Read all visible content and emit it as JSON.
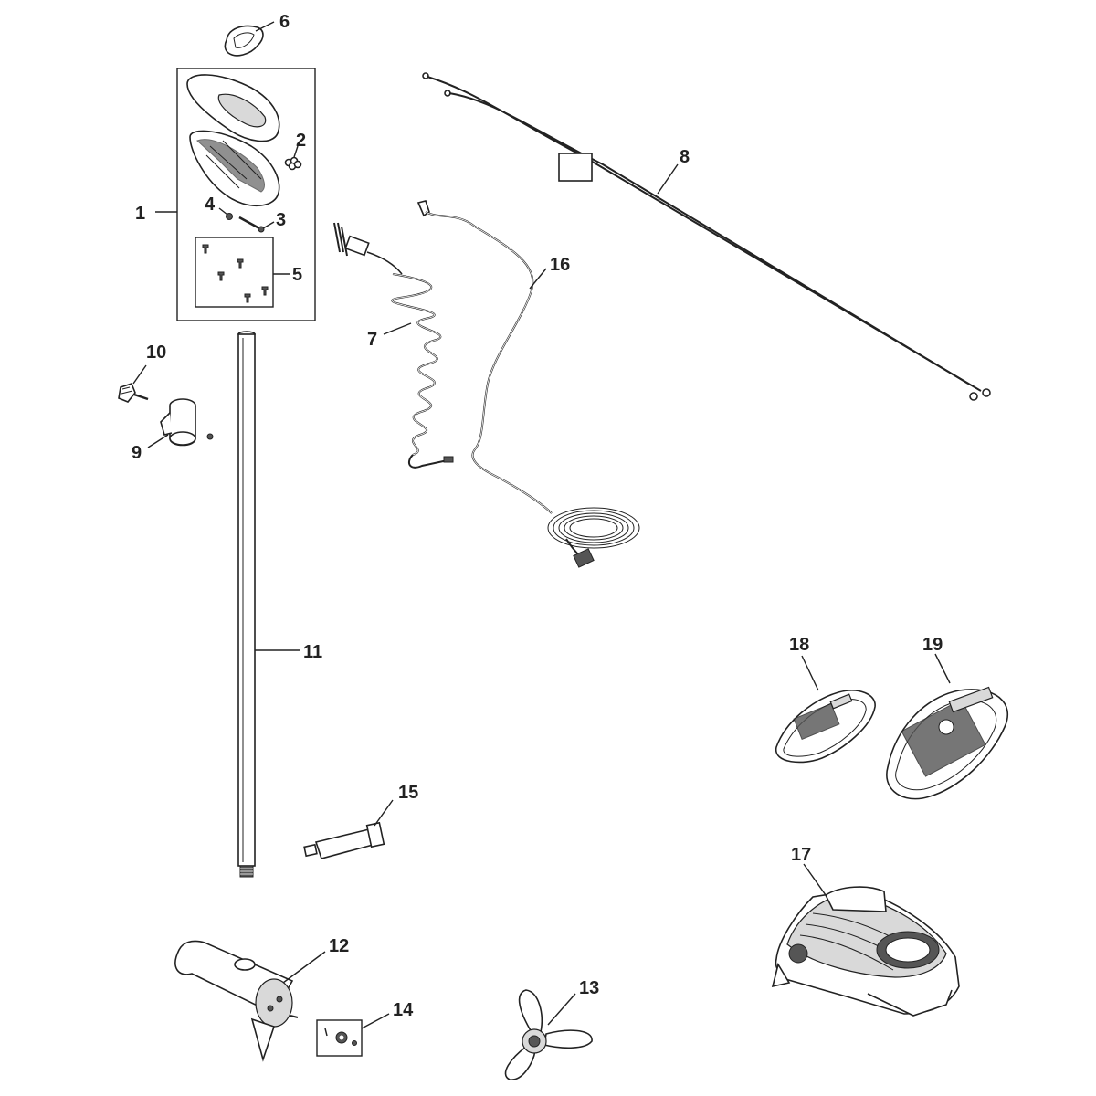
{
  "diagram": {
    "type": "exploded-parts-diagram",
    "callouts": [
      {
        "id": "1",
        "label": "1"
      },
      {
        "id": "2",
        "label": "2"
      },
      {
        "id": "3",
        "label": "3"
      },
      {
        "id": "4",
        "label": "4"
      },
      {
        "id": "5",
        "label": "5"
      },
      {
        "id": "6",
        "label": "6"
      },
      {
        "id": "7",
        "label": "7"
      },
      {
        "id": "8",
        "label": "8"
      },
      {
        "id": "9",
        "label": "9"
      },
      {
        "id": "10",
        "label": "10"
      },
      {
        "id": "11",
        "label": "11"
      },
      {
        "id": "12",
        "label": "12"
      },
      {
        "id": "13",
        "label": "13"
      },
      {
        "id": "14",
        "label": "14"
      },
      {
        "id": "15",
        "label": "15"
      },
      {
        "id": "16",
        "label": "16"
      },
      {
        "id": "17",
        "label": "17"
      },
      {
        "id": "18",
        "label": "18"
      },
      {
        "id": "19",
        "label": "19"
      }
    ]
  },
  "colors": {
    "line": "#222222",
    "background": "#ffffff",
    "shade": "#d9d9d9"
  }
}
